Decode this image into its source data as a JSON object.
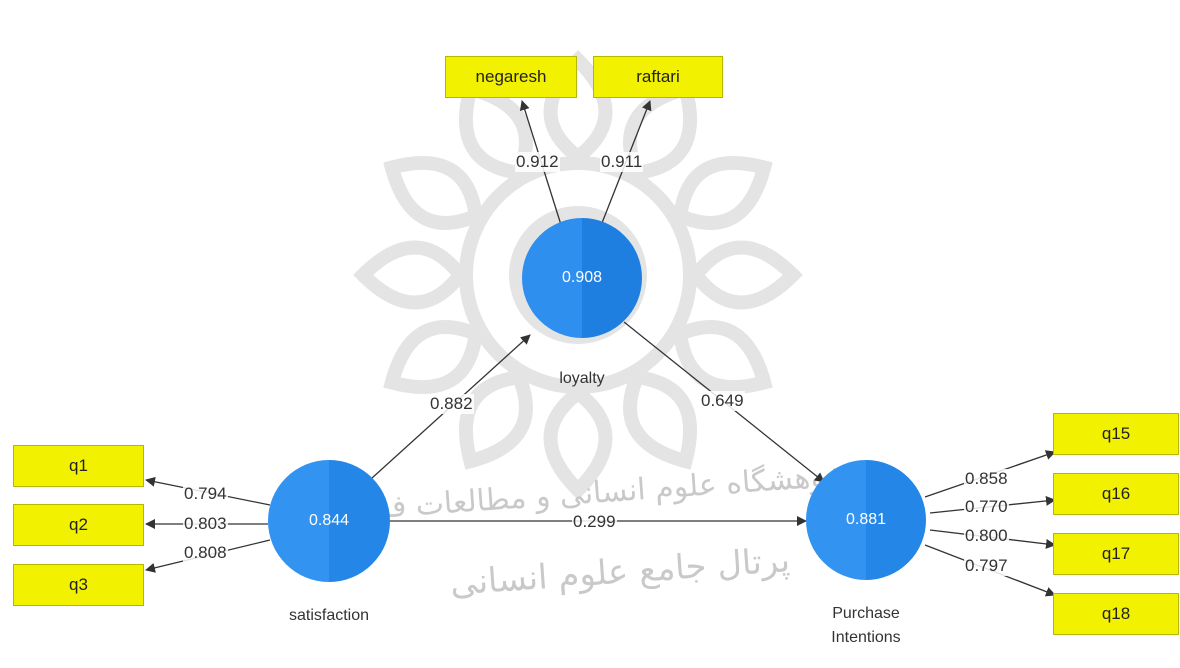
{
  "constructs": {
    "loyalty": {
      "label": "loyalty",
      "value": "0.908"
    },
    "satisfaction": {
      "label": "satisfaction",
      "value": "0.844"
    },
    "purchase": {
      "label_line1": "Purchase",
      "label_line2": "Intentions",
      "value": "0.881"
    }
  },
  "indicators": {
    "negaresh": "negaresh",
    "raftari": "raftari",
    "q1": "q1",
    "q2": "q2",
    "q3": "q3",
    "q15": "q15",
    "q16": "q16",
    "q17": "q17",
    "q18": "q18"
  },
  "loadings": {
    "negaresh": "0.912",
    "raftari": "0.911",
    "q1": "0.794",
    "q2": "0.803",
    "q3": "0.808",
    "q15": "0.858",
    "q16": "0.770",
    "q17": "0.800",
    "q18": "0.797"
  },
  "paths": {
    "satisfaction_loyalty": "0.882",
    "loyalty_purchase": "0.649",
    "satisfaction_purchase": "0.299"
  },
  "watermark": {
    "line1": "پژوهشگاه علوم انسانی و مطالعات فرهنگی",
    "line2": "پرتال جامع علوم انسانی"
  },
  "colors": {
    "construct_fill": "#2f8fef",
    "construct_fill_dark": "#1e7ad6",
    "indicator_fill": "#f2f200",
    "arrow": "#333333",
    "watermark": "#c9c9c9"
  }
}
